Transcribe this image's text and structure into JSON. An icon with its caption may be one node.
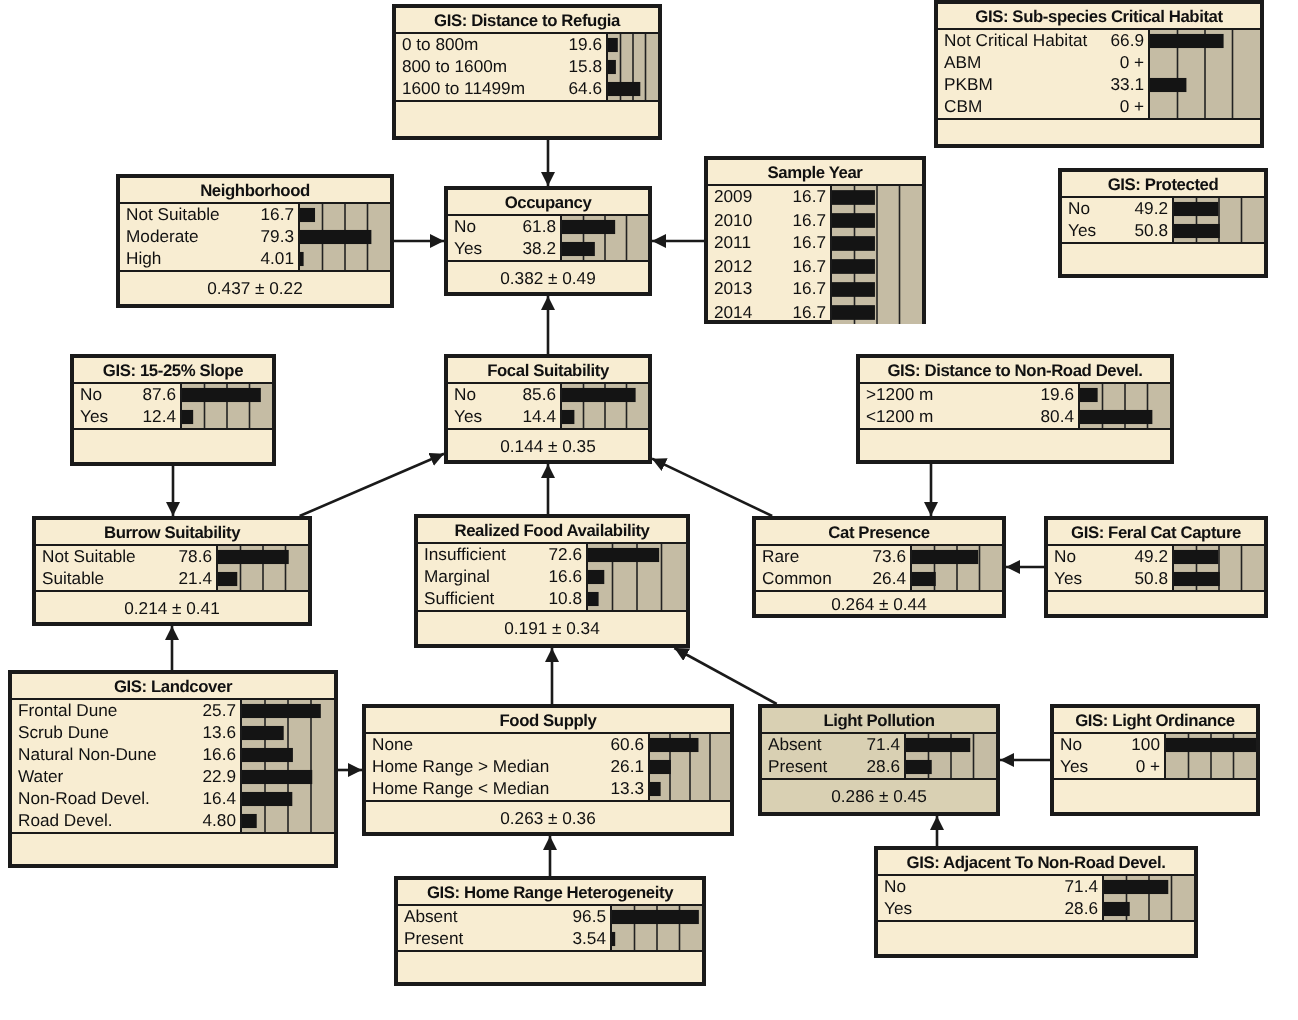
{
  "diagram": {
    "nodes": [
      {
        "text": [
          "GIS: Distance to Refugia",
          "0 to 800m",
          "19.6",
          "800 to 1600m",
          "15.8",
          "1600 to 11499m",
          "64.6"
        ]
      },
      {
        "text": [
          "GIS: Sub-species Critical Habitat",
          "Not Critical Habitat",
          "66.9",
          "ABM",
          "0 +",
          "PKBM",
          "33.1",
          "CBM",
          "0 +"
        ]
      },
      {
        "text": [
          "Neighborhood",
          "Not Suitable",
          "16.7",
          "Moderate",
          "79.3",
          "High",
          "4.01",
          "0.437 ± 0.22"
        ]
      },
      {
        "text": [
          "Occupancy",
          "No",
          "61.8",
          "Yes",
          "38.2",
          "0.382 ± 0.49"
        ]
      },
      {
        "text": [
          "Sample Year",
          "2009",
          "16.7",
          "2010",
          "16.7",
          "2011",
          "16.7",
          "2012",
          "16.7",
          "2013",
          "16.7",
          "2014",
          "16.7"
        ]
      },
      {
        "text": [
          "GIS: Protected",
          "No",
          "49.2",
          "Yes",
          "50.8"
        ]
      },
      {
        "text": [
          "GIS: 15-25% Slope",
          "No",
          "87.6",
          "Yes",
          "12.4"
        ]
      },
      {
        "text": [
          "Focal Suitability",
          "No",
          "85.6",
          "Yes",
          "14.4",
          "0.144 ± 0.35"
        ]
      },
      {
        "text": [
          "GIS: Distance to Non-Road Devel.",
          ">1200 m",
          "19.6",
          "<1200 m",
          "80.4"
        ]
      },
      {
        "text": [
          "Burrow Suitability",
          "Not Suitable",
          "78.6",
          "Suitable",
          "21.4",
          "0.214 ± 0.41"
        ]
      },
      {
        "text": [
          "Realized Food Availability",
          "Insufficient",
          "72.6",
          "Marginal",
          "16.6",
          "Sufficient",
          "10.8",
          "0.191 ± 0.34"
        ]
      },
      {
        "text": [
          "Cat Presence",
          "Rare",
          "73.6",
          "Common",
          "26.4",
          "0.264 ± 0.44"
        ]
      },
      {
        "text": [
          "GIS: Feral Cat Capture",
          "No",
          "49.2",
          "Yes",
          "50.8"
        ]
      },
      {
        "text": [
          "GIS: Landcover",
          "Frontal Dune",
          "25.7",
          "Scrub Dune",
          "13.6",
          "Natural Non-Dune",
          "16.6",
          "Water",
          "22.9",
          "Non-Road Devel.",
          "16.4",
          "Road Devel.",
          "4.80"
        ]
      },
      {
        "text": [
          "Food Supply",
          "None",
          "60.6",
          "Home Range > Median",
          "26.1",
          "Home Range < Median",
          "13.3",
          "0.263 ± 0.36"
        ]
      },
      {
        "text": [
          "Light Pollution",
          "Absent",
          "71.4",
          "Present",
          "28.6",
          "0.286 ± 0.45"
        ]
      },
      {
        "text": [
          "GIS: Light Ordinance",
          "No",
          "100",
          "Yes",
          "0 +"
        ]
      },
      {
        "text": [
          "GIS: Home Range Heterogeneity",
          "Absent",
          "96.5",
          "Present",
          "3.54"
        ]
      },
      {
        "text": [
          "GIS: Adjacent To Non-Road Devel.",
          "No",
          "71.4",
          "Yes",
          "28.6"
        ]
      }
    ],
    "edges": [
      {
        "from": 0,
        "to": 3,
        "arrow": "to"
      },
      {
        "from": 2,
        "to": 3,
        "arrow": "to"
      },
      {
        "from": 4,
        "to": 3,
        "arrow": "to"
      },
      {
        "from": 7,
        "to": 3,
        "arrow": "to"
      },
      {
        "from": 6,
        "to": 9,
        "arrow": "to"
      },
      {
        "from": 9,
        "to": 7,
        "arrow": "to"
      },
      {
        "from": 10,
        "to": 7,
        "arrow": "to"
      },
      {
        "from": 11,
        "to": 7,
        "arrow": "to"
      },
      {
        "from": 8,
        "to": 11,
        "arrow": "to"
      },
      {
        "from": 12,
        "to": 11,
        "arrow": "to"
      },
      {
        "from": 13,
        "to": 9,
        "arrow": "to"
      },
      {
        "from": 13,
        "to": 14,
        "arrow": "to"
      },
      {
        "from": 14,
        "to": 10,
        "arrow": "to"
      },
      {
        "from": 15,
        "to": 10,
        "arrow": "to"
      },
      {
        "from": 16,
        "to": 15,
        "arrow": "to"
      },
      {
        "from": 18,
        "to": 15,
        "arrow": "to"
      },
      {
        "from": 17,
        "to": 14,
        "arrow": "to"
      }
    ]
  }
}
